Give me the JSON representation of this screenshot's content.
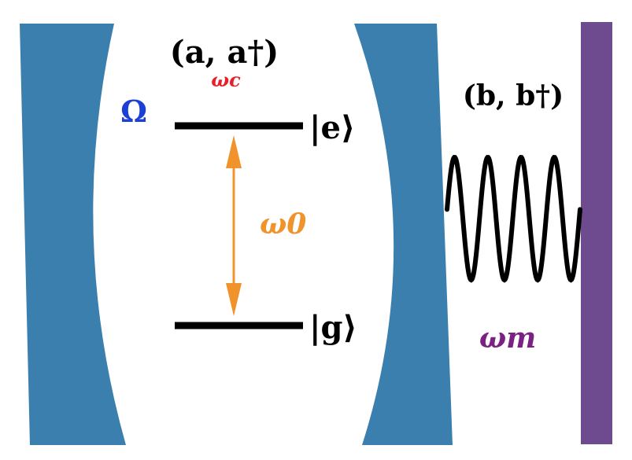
{
  "labels": {
    "cavity_operator": "(a, a†)",
    "cavity_freq": "ωc",
    "drive": "Ω",
    "excited_state": "|e⟩",
    "ground_state": "|g⟩",
    "transition_freq": "ω0",
    "mech_operator": "(b, b†)",
    "mech_freq": "ωm"
  },
  "colors": {
    "mirror": "#3b7fae",
    "membrane": "#6e4a8e",
    "level_line": "#000000",
    "transition_arrow": "#f0932b",
    "cavity_freq": "#e8202a",
    "drive": "#1c3fd6",
    "mech_freq": "#7a2183",
    "spring": "#000000",
    "text": "#000000"
  },
  "icons": {
    "left_mirror": "concave-mirror-shape",
    "right_mirror": "concave-mirror-shape",
    "membrane": "vertical-bar-shape",
    "spring": "sine-wave-shape",
    "transition": "double-headed-arrow-shape"
  }
}
